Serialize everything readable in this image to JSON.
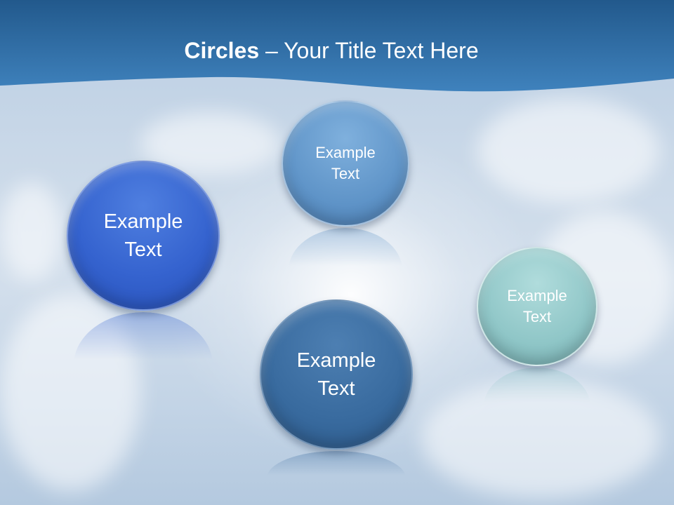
{
  "slide": {
    "title_bold": "Circles",
    "title_rest": " – Your Title Text Here"
  },
  "circles": [
    {
      "line1": "Example",
      "line2": "Text"
    },
    {
      "line1": "Example",
      "line2": "Text"
    },
    {
      "line1": "Example",
      "line2": "Text"
    },
    {
      "line1": "Example",
      "line2": "Text"
    }
  ],
  "colors": {
    "header": "#2e6a9f",
    "circle_blue": "#3563cf",
    "circle_light_blue": "#5f94c8",
    "circle_teal": "#8fc6c7",
    "circle_dark_blue": "#386a9e"
  }
}
